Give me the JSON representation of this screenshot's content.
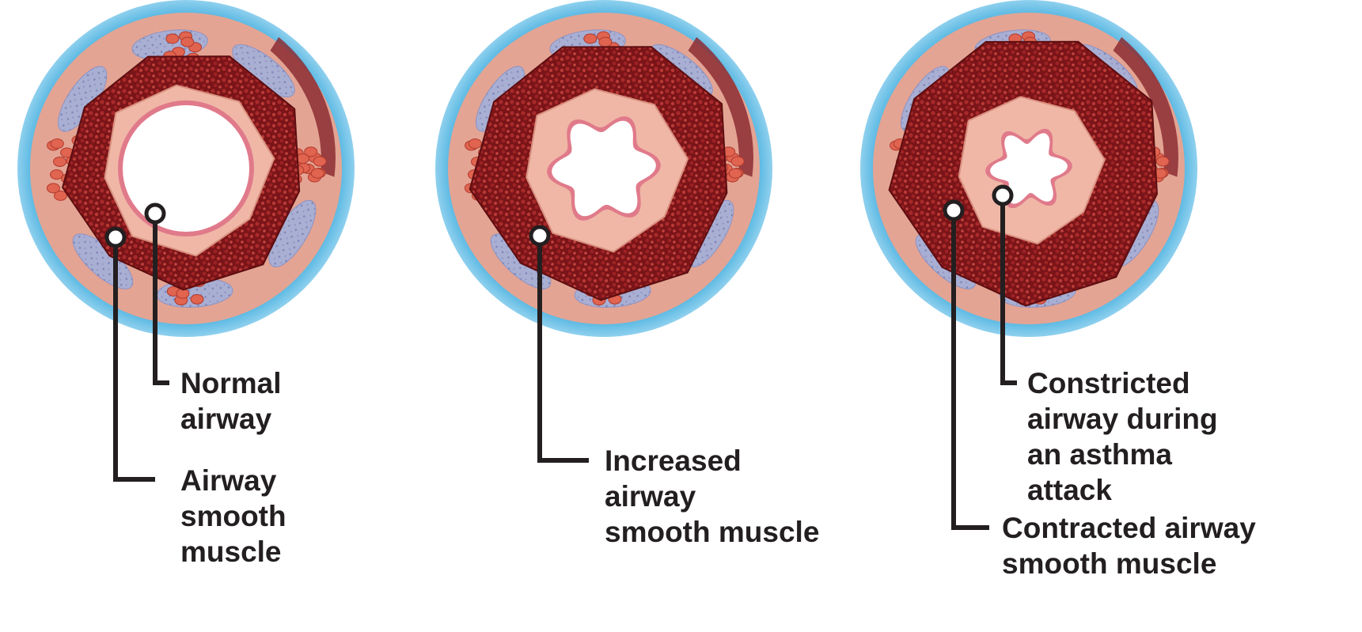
{
  "panels": [
    {
      "id": "normal",
      "callouts": [
        {
          "name": "normal-airway-label",
          "lines": [
            "Normal",
            "airway"
          ]
        },
        {
          "name": "airway-smooth-muscle-label",
          "lines": [
            "Airway",
            "smooth",
            "muscle"
          ]
        }
      ]
    },
    {
      "id": "increased",
      "callouts": [
        {
          "name": "increased-smooth-muscle-label",
          "lines": [
            "Increased",
            "airway",
            "smooth muscle"
          ]
        }
      ]
    },
    {
      "id": "asthma-attack",
      "callouts": [
        {
          "name": "constricted-airway-label",
          "lines": [
            "Constricted",
            "airway during",
            "an asthma",
            "attack"
          ]
        },
        {
          "name": "contracted-smooth-muscle-label",
          "lines": [
            "Contracted airway",
            "smooth muscle"
          ]
        }
      ]
    }
  ],
  "colors": {
    "outer_ring": "#4fb3e0",
    "outer_ring_light": "#9fd6ef",
    "tissue": "#e4a493",
    "tissue_edge": "#8c2d33",
    "gland": "#a9aed3",
    "cell_cluster": "#e0644f",
    "muscle": "#7a1418",
    "muscle_speckle": "#a82a2a",
    "lining": "#f0b7a6",
    "lining_edge": "#e07a8a",
    "lumen": "#ffffff",
    "leader": "#231f20"
  }
}
